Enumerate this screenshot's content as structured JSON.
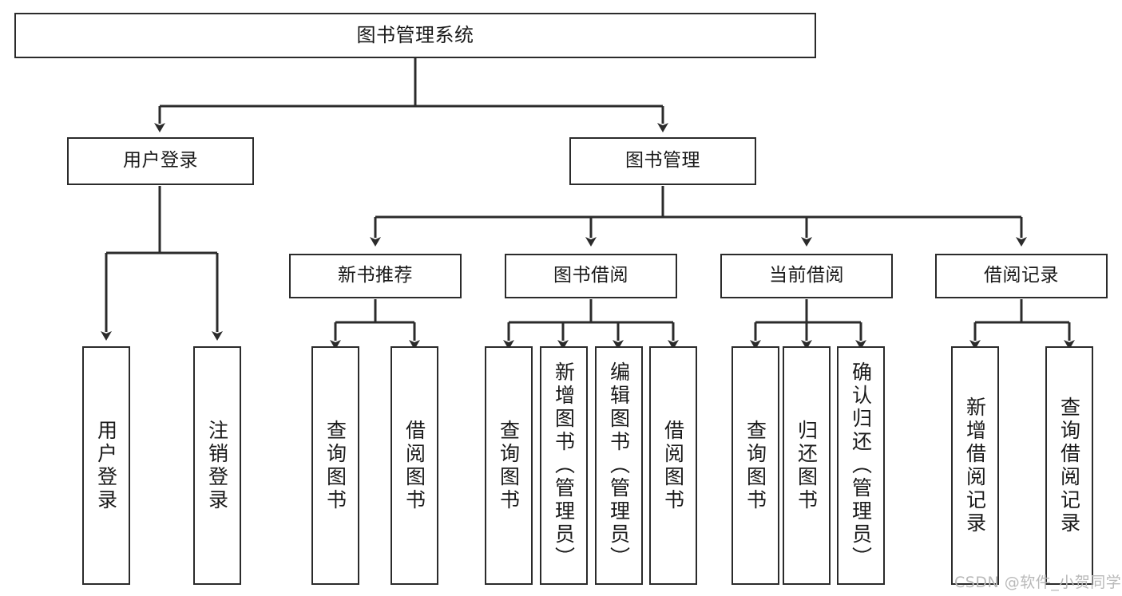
{
  "diagram": {
    "title": "图书管理系统",
    "type": "tree",
    "watermark": "CSDN @软件_小贺同学",
    "colors": {
      "stroke": "#2b2b2b",
      "fill": "#ffffff",
      "text": "#1a1a1a",
      "watermark": "#b9b9b9"
    },
    "nodes": {
      "root": {
        "label": "图书管理系统"
      },
      "level2": [
        {
          "label": "用户登录"
        },
        {
          "label": "图书管理"
        }
      ],
      "level3": [
        {
          "label": "新书推荐"
        },
        {
          "label": "图书借阅"
        },
        {
          "label": "当前借阅"
        },
        {
          "label": "借阅记录"
        }
      ],
      "leaves_user_login": [
        {
          "label": "用户登录"
        },
        {
          "label": "注销登录"
        }
      ],
      "leaves_new_book": [
        {
          "label": "查询图书"
        },
        {
          "label": "借阅图书"
        }
      ],
      "leaves_borrow": [
        {
          "label": "查询图书"
        },
        {
          "label": "新增图书（管理员）"
        },
        {
          "label": "编辑图书（管理员）"
        },
        {
          "label": "借阅图书"
        }
      ],
      "leaves_current": [
        {
          "label": "查询图书"
        },
        {
          "label": "归还图书"
        },
        {
          "label": "确认归还（管理员）"
        }
      ],
      "leaves_record": [
        {
          "label": "新增借阅记录"
        },
        {
          "label": "查询借阅记录"
        }
      ]
    }
  }
}
